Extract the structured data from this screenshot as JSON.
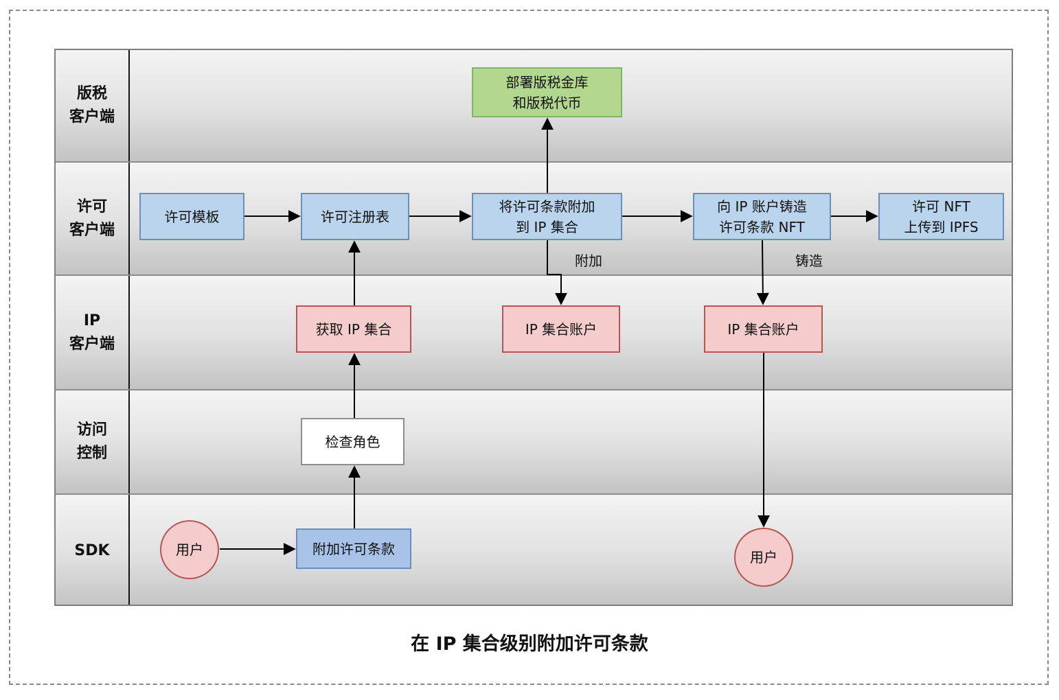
{
  "lanes": [
    {
      "label": "版税\n客户端"
    },
    {
      "label": "许可\n客户端"
    },
    {
      "label": "IP\n客户端"
    },
    {
      "label": "访问\n控制"
    },
    {
      "label": "SDK"
    }
  ],
  "nodes": {
    "deploy_vault": "部署版税金库\n和版税代币",
    "license_template": "许可模板",
    "license_registry": "许可注册表",
    "attach_terms_to_ip": "将许可条款附加\n到 IP 集合",
    "mint_license_nft": "向 IP 账户铸造\n许可条款 NFT",
    "upload_ipfs": "许可 NFT\n上传到 IPFS",
    "get_ip_collection": "获取 IP 集合",
    "ip_account_1": "IP 集合账户",
    "ip_account_2": "IP 集合账户",
    "check_role": "检查角色",
    "user_1": "用户",
    "attach_terms": "附加许可条款",
    "user_2": "用户"
  },
  "edge_labels": {
    "attach": "附加",
    "mint": "铸造"
  },
  "caption": "在 IP 集合级别附加许可条款",
  "colors": {
    "blue_fill": "#b9d4ec",
    "green_fill": "#b2d88f",
    "red_fill": "#f4cccc",
    "white_fill": "#ffffff"
  }
}
